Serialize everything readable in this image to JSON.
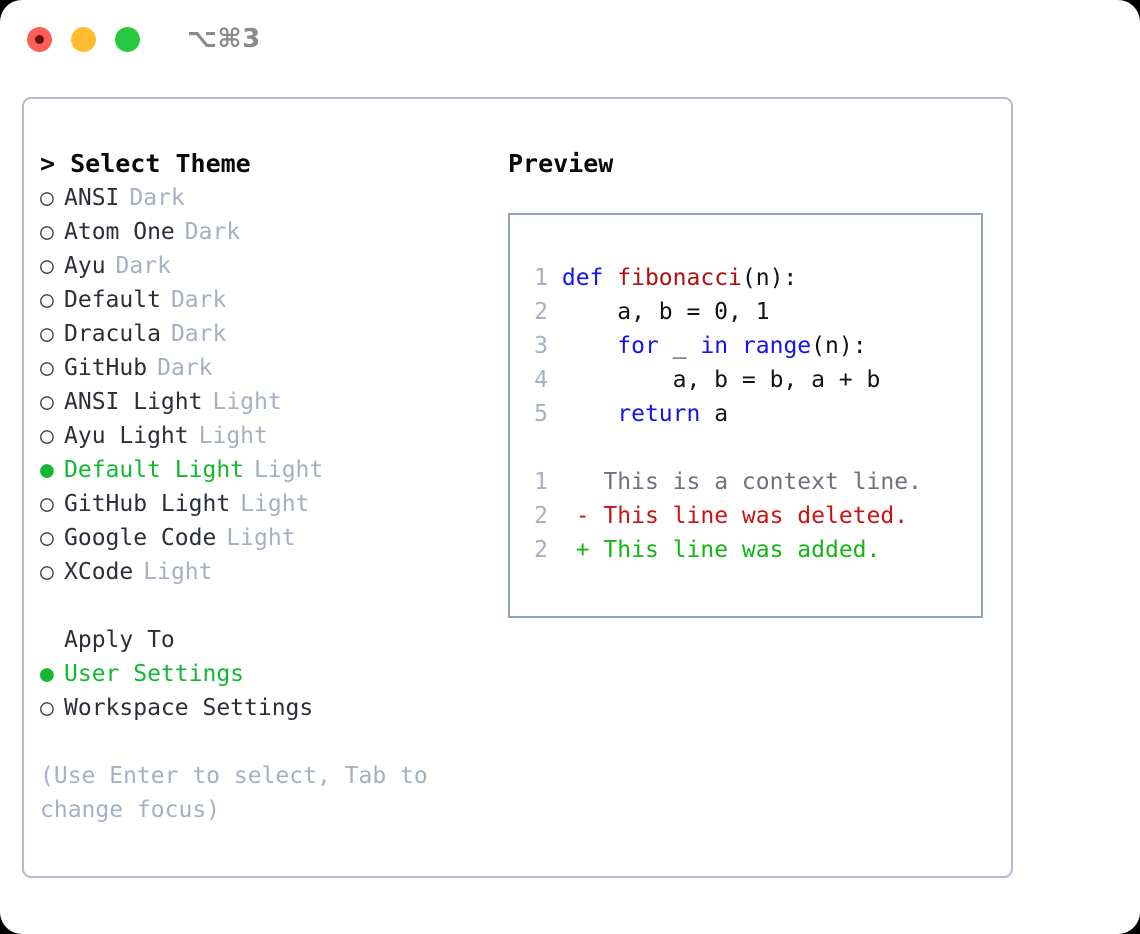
{
  "titlebar": {
    "shortcut": "⌥⌘3",
    "dots": [
      {
        "name": "close",
        "color": "#fb5f57"
      },
      {
        "name": "minimize",
        "color": "#febc2e"
      },
      {
        "name": "maximize",
        "color": "#28c840"
      }
    ]
  },
  "theme_panel": {
    "heading": "> Select Theme",
    "themes": [
      {
        "bullet": "○",
        "name": "ANSI",
        "tag": "Dark",
        "selected": false
      },
      {
        "bullet": "○",
        "name": "Atom One",
        "tag": "Dark",
        "selected": false
      },
      {
        "bullet": "○",
        "name": "Ayu",
        "tag": "Dark",
        "selected": false
      },
      {
        "bullet": "○",
        "name": "Default",
        "tag": "Dark",
        "selected": false
      },
      {
        "bullet": "○",
        "name": "Dracula",
        "tag": "Dark",
        "selected": false
      },
      {
        "bullet": "○",
        "name": "GitHub",
        "tag": "Dark",
        "selected": false
      },
      {
        "bullet": "○",
        "name": "ANSI Light",
        "tag": "Light",
        "selected": false
      },
      {
        "bullet": "○",
        "name": "Ayu Light",
        "tag": "Light",
        "selected": false
      },
      {
        "bullet": "●",
        "name": "Default Light",
        "tag": "Light",
        "selected": true
      },
      {
        "bullet": "○",
        "name": "GitHub Light",
        "tag": "Light",
        "selected": false
      },
      {
        "bullet": "○",
        "name": "Google Code",
        "tag": "Light",
        "selected": false
      },
      {
        "bullet": "○",
        "name": "XCode",
        "tag": "Light",
        "selected": false
      }
    ],
    "apply_to": {
      "label": "Apply To",
      "options": [
        {
          "bullet": "●",
          "name": "User Settings",
          "selected": true
        },
        {
          "bullet": "○",
          "name": "Workspace Settings",
          "selected": false
        }
      ]
    },
    "hint": "(Use Enter to select, Tab to change focus)"
  },
  "preview": {
    "title": "Preview",
    "code": [
      {
        "num": "1",
        "tokens": [
          {
            "t": "def",
            "c": "kw"
          },
          {
            "t": " ",
            "c": "plain"
          },
          {
            "t": "fibonacci",
            "c": "fn"
          },
          {
            "t": "(n):",
            "c": "plain"
          }
        ]
      },
      {
        "num": "2",
        "tokens": [
          {
            "t": "    a, b = 0, 1",
            "c": "plain"
          }
        ]
      },
      {
        "num": "3",
        "tokens": [
          {
            "t": "    ",
            "c": "plain"
          },
          {
            "t": "for",
            "c": "kw"
          },
          {
            "t": " _ ",
            "c": "plain"
          },
          {
            "t": "in",
            "c": "kw"
          },
          {
            "t": " ",
            "c": "plain"
          },
          {
            "t": "range",
            "c": "kw"
          },
          {
            "t": "(n):",
            "c": "plain"
          }
        ]
      },
      {
        "num": "4",
        "tokens": [
          {
            "t": "        a, b = b, a + b",
            "c": "plain"
          }
        ]
      },
      {
        "num": "5",
        "tokens": [
          {
            "t": "    ",
            "c": "plain"
          },
          {
            "t": "return",
            "c": "kw"
          },
          {
            "t": " a",
            "c": "plain"
          }
        ]
      }
    ],
    "diff": [
      {
        "num": "1",
        "sign": " ",
        "text": "This is a context line.",
        "kind": "diff-ctx"
      },
      {
        "num": "2",
        "sign": "-",
        "text": "This line was deleted.",
        "kind": "diff-del"
      },
      {
        "num": "2",
        "sign": "+",
        "text": "This line was added.",
        "kind": "diff-add"
      }
    ]
  },
  "colors": {
    "accent_green": "#12b832",
    "muted": "#a6b0c0",
    "keyword_blue": "#1414e6",
    "function_red": "#ad1111",
    "diff_delete": "#c81414",
    "diff_add": "#16b516",
    "panel_border": "#b4bccb",
    "preview_border": "#94a3b8"
  }
}
